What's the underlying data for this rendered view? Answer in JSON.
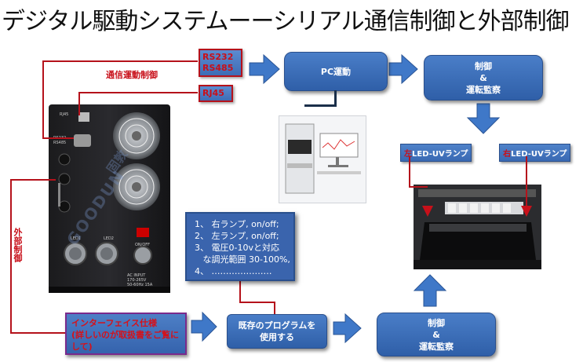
{
  "title": "デジタル駆動システムーーシリアル通信制御と外部制御",
  "labels": {
    "comm_control": "通信運動制御",
    "external_control": "外部制御"
  },
  "ports": {
    "rs232": "RS232",
    "rs485": "RS485",
    "rj45": "RJ45"
  },
  "boxes": {
    "pc": "PC運動",
    "control_top_1": "制御",
    "control_top_2": "&",
    "control_top_3": "運転監察",
    "control_bottom_1": "制御",
    "control_bottom_2": "&",
    "control_bottom_3": "運転監察",
    "existing_program": "既存のプログラムを使用する",
    "interface_title": "インターフェイス仕様",
    "interface_note": "(詳しいのが取扱書をご覧にして)"
  },
  "lamps": {
    "left_prefix": "左",
    "left_main": "LED-UVランプ",
    "right_prefix": "右",
    "right_main": "LED-UVランプ"
  },
  "notes": [
    "1、 右ランプ, on/off;",
    "2、 左ランプ, on/off;",
    "3、 電圧0-10vと対応",
    "   な調光範囲 30-100%,",
    "4、 …………………"
  ],
  "device_panel": {
    "rj45_label": "RJ45",
    "rs_label": "RS232 RS485",
    "watermark": "GOODUN",
    "watermark_cn": "固敦",
    "led1": "LED1",
    "led2": "LED2",
    "onoff": "ON/OFF",
    "ac_input_1": "AC INPUT",
    "ac_input_2": "170-265V",
    "ac_input_3": "50-60Hz 15A"
  },
  "colors": {
    "box_blue": "#3f6fb8",
    "accent_red": "#c8101a",
    "arrow_blue": "#3f78c8"
  }
}
